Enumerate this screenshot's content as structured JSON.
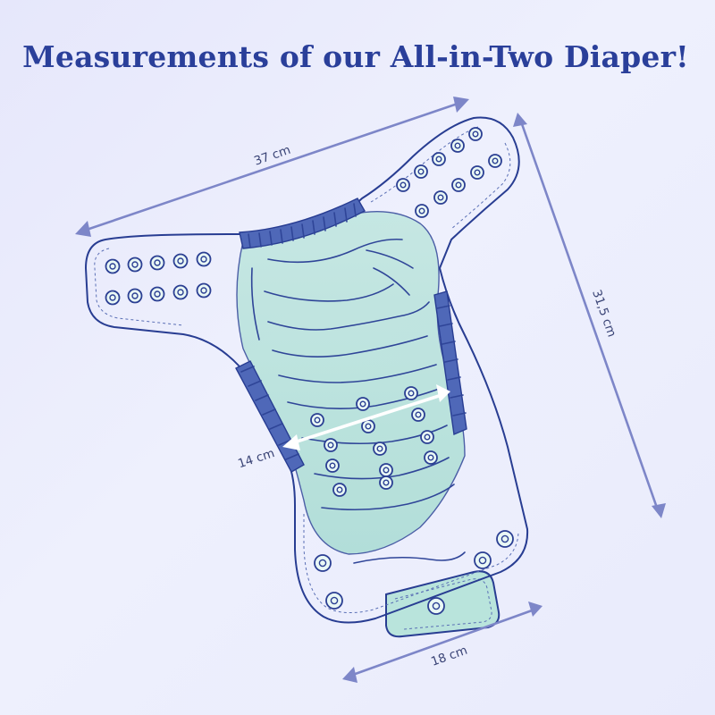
{
  "title": "Measurements of our All-in-Two Diaper!",
  "measurements": {
    "width_wings": "37 cm",
    "length": "31,5 cm",
    "crotch_width": "14 cm",
    "front_width": "18 cm"
  },
  "colors": {
    "background": "#e9ebfc",
    "title": "#2a3f9a",
    "diaper_body": "#c6ece5",
    "diaper_outline": "#283d92",
    "dimension_arrow": "#7d86c8",
    "crotch_arrow": "#ffffff"
  },
  "icons": {
    "snap_button": "snap-icon"
  }
}
